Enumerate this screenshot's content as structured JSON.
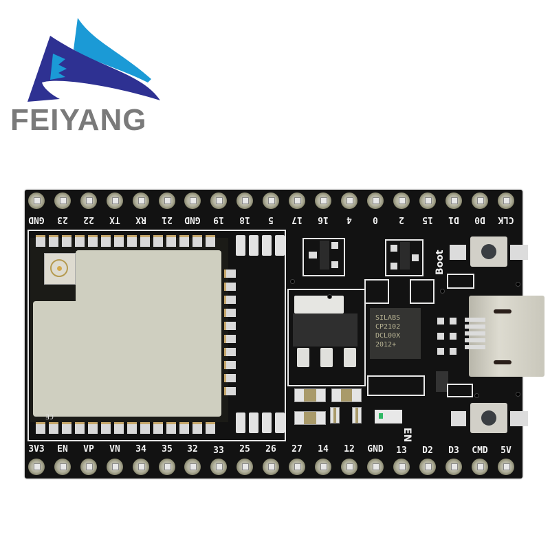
{
  "brand": {
    "name": "FEIYANG",
    "colors": {
      "dark_blue": "#2e3192",
      "light_blue": "#1b9ad6",
      "text_gray": "#7a7a7a"
    }
  },
  "board": {
    "description": "ESP32 development board with CP2102 USB-UART bridge",
    "pcb_color": "#121212",
    "top_pins": [
      "GND",
      "23",
      "GND",
      "22",
      "TX",
      "RX",
      "21",
      "GND",
      "19",
      "18",
      "5",
      "17",
      "16",
      "4",
      "0",
      "2",
      "15",
      "D1",
      "D0",
      "CLK"
    ],
    "top_pin_labels": [
      "GND",
      "23",
      "22",
      "TX",
      "RX",
      "21",
      "GND",
      "19",
      "18",
      "5",
      "17",
      "16",
      "4",
      "0",
      "2",
      "15",
      "D1",
      "D0",
      "CLK"
    ],
    "bottom_pin_labels": [
      "3V3",
      "EN",
      "VP",
      "VN",
      "34",
      "35",
      "32",
      "33",
      "25",
      "26",
      "27",
      "14",
      "12",
      "GND",
      "13",
      "D2",
      "D3",
      "CMD",
      "5V"
    ],
    "chips": {
      "usb_bridge": {
        "lines": [
          "SILABS",
          "CP2102",
          "DCL00X",
          "2012+"
        ]
      },
      "module_label": "CE"
    },
    "buttons": [
      {
        "label": "Boot"
      },
      {
        "label": "EN"
      }
    ],
    "usb_port": "micro-usb"
  }
}
